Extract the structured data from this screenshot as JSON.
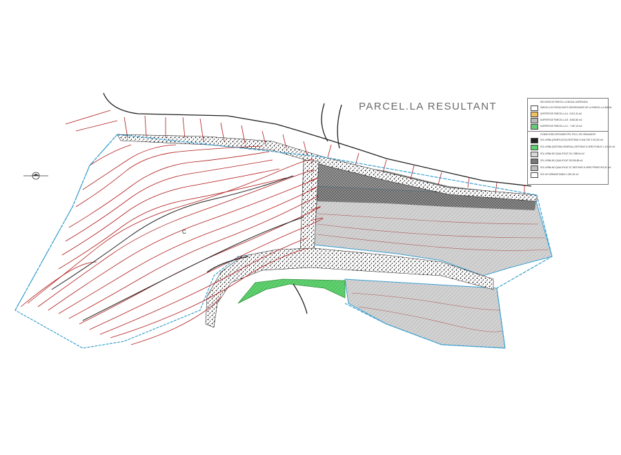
{
  "title": "PARCEL.LA RESULTANT",
  "parcel_label": "C",
  "legend": {
    "header": "DELIMITACIO PARCEL.LA INICIAL AGREGADA",
    "items": [
      {
        "label": "PARCEL.LES RESULTANTS SEGREGADES DE LA PARCEL.LA INICIAL",
        "swatch": "#ffffff"
      },
      {
        "label": "SUPERFICIE PARCEL.LA A : 5.912,34 m2",
        "swatch": "#f0c060"
      },
      {
        "label": "SUPERFICIE PARCEL.LA B : 8.652,80 m2",
        "swatch": "#b9b9b9"
      },
      {
        "label": "SUPERFICIE PARCEL.LA C : 7.287,20 m2",
        "swatch": "#66cc77"
      }
    ],
    "header2": "CONDICIONS DEFINIDES PEL P.M.U. DE GRANADOR",
    "items2": [
      {
        "label": "SOL URBA (ZONIFICACIO) DESTINAT A VIALITAT 3.012,80 m2",
        "swatch": "#222222"
      },
      {
        "label": "SOL URBA (SISTEMA GENERAL) DESTINAT A VERD PUBLIC 1.110,45 m2",
        "swatch": "#5fd06e"
      },
      {
        "label": "SOL URBA NO QUALIFICAT 2A 1.988,64 m2",
        "swatch": "#d8d8d8"
      },
      {
        "label": "SOL URBA NO QUALIFICAT 2B 936,88 m2",
        "swatch": "#777777"
      },
      {
        "label": "SOL URBA NO QUALIFICAT 2C DESTINAT A VERD PRIVAT 820,32 m2",
        "swatch": "#bbbbbb"
      },
      {
        "label": "SOL NO URBANITZABLE 1.681,26 m2",
        "swatch": "#ffffff"
      }
    ]
  },
  "colors": {
    "contour": "#b01818",
    "contour_index": "#1f1f1f",
    "boundary": "#3aa0d0",
    "parcel_b": "#d4d4d4",
    "green": "#5fd06e"
  },
  "icons": [
    "north-arrow-icon"
  ]
}
